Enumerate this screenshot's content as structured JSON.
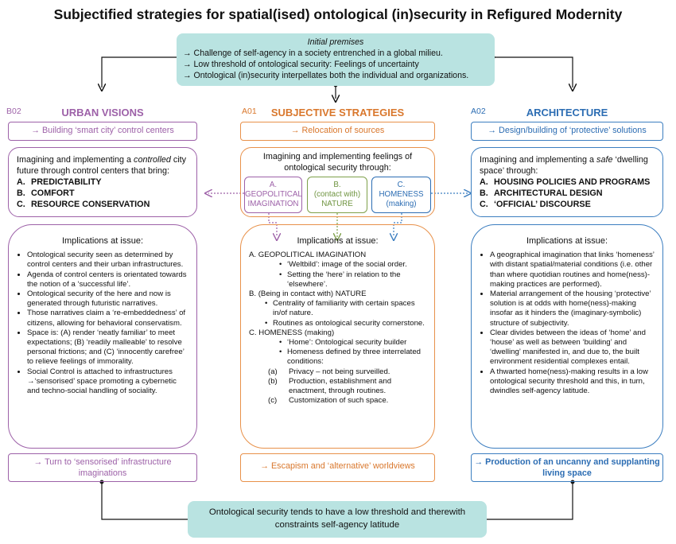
{
  "title": "Subjectified strategies for spatial(ised) ontological (in)security in Refigured Modernity",
  "premises": {
    "heading": "Initial premises",
    "items": [
      "→ Challenge of self-agency in a society entrenched in a global milieu.",
      "→ Low threshold of ontological security: Feelings of uncertainty",
      "→ Ontological (in)security interpellates both the individual and organizations."
    ]
  },
  "left": {
    "code": "B02",
    "heading": "URBAN VISIONS",
    "bar": "→ Building ‘smart city’ control centers",
    "box_pre": "Imagining and implementing a ",
    "box_em": "controlled",
    "box_post": " city future through control centers that bring:",
    "list": [
      {
        "k": "A.",
        "v": "PREDICTABILITY"
      },
      {
        "k": "B.",
        "v": "COMFORT"
      },
      {
        "k": "C.",
        "v": "RESOURCE CONSERVATION"
      }
    ],
    "imp_heading": "Implications at issue:",
    "imp": [
      "Ontological security seen as determined by control centers and their urban infrastructures.",
      "Agenda of control centers is orientated towards the notion of a ‘successful life’.",
      "Ontological security of the here and now is generated through futuristic narratives.",
      "Those narratives claim a ‘re-embeddedness’ of citizens, allowing for behavioral conservatism.",
      "Space is: (A) render ‘neatly familiar’ to meet expectations; (B) ‘readily malleable’ to resolve personal frictions; and (C) ‘innocently carefree’ to relieve feelings of immorality.",
      "Social Control is attached to infrastructures →‘sensorised’ space promoting a cybernetic and techno-social handling of sociality."
    ],
    "footer": "→ Turn to ‘sensorised’ infrastructure imaginations"
  },
  "middle": {
    "code": "A01",
    "heading": "SUBJECTIVE STRATEGIES",
    "bar": "→ Relocation of sources",
    "box_text": "Imagining and implementing feelings of ontological security through:",
    "sub_a": {
      "k": "A.",
      "l1": "GEOPOLITICAL",
      "l2": "IMAGINATION"
    },
    "sub_b": {
      "k": "B.",
      "l1": "(contact with)",
      "l2": "NATURE"
    },
    "sub_c": {
      "k": "C.",
      "l1": "HOMENESS",
      "l2": "(making)"
    },
    "imp_heading": "Implications at issue:",
    "imp": {
      "a_head": "A. GEOPOLITICAL IMAGINATION",
      "a_items": [
        "‘Weltbild’: image of the social order.",
        "Setting the ‘here’ in relation to the ‘elsewhere’."
      ],
      "b_head": "B. (Being in contact with) NATURE",
      "b_items": [
        "Centrality of familiarity with certain spaces in/of nature.",
        "Routines as ontological security cornerstone."
      ],
      "c_head": "C. HOMENESS (making)",
      "c_items": [
        "‘Home’: Ontological security builder",
        "Homeness defined by three interrelated conditions:"
      ],
      "c_sub": [
        {
          "k": "(a)",
          "v": "Privacy – not being surveilled."
        },
        {
          "k": "(b)",
          "v": "Production, establishment and enactment, through routines."
        },
        {
          "k": "(c)",
          "v": "Customization of such space."
        }
      ]
    },
    "footer": "→ Escapism and ‘alternative’ worldviews"
  },
  "right": {
    "code": "A02",
    "heading": "ARCHITECTURE",
    "bar": "→ Design/building of ‘protective’ solutions",
    "box_pre": "Imagining and implementing a ",
    "box_em": "safe",
    "box_post": " ‘dwelling space’ through:",
    "list": [
      {
        "k": "A.",
        "v": "HOUSING POLICIES AND PROGRAMS"
      },
      {
        "k": "B.",
        "v": "ARCHITECTURAL DESIGN"
      },
      {
        "k": "C.",
        "v": "‘OFFICIAL’ DISCOURSE"
      }
    ],
    "imp_heading": "Implications at issue:",
    "imp": [
      "A geographical imagination that links ‘homeness’ with distant spatial/material conditions (i.e. other than where quotidian routines and home(ness)-making practices are performed).",
      "Material arrangement of the housing ‘protective’ solution is at odds with home(ness)-making insofar as it hinders the (imaginary-symbolic) structure of subjectivity.",
      "Clear divides between the ideas of ‘home’ and ‘house’ as well as between ‘building’ and ‘dwelling’ manifested in, and due to, the built environment residential complexes entail.",
      "A thwarted home(ness)-making results in a low ontological security threshold and this, in turn, dwindles self-agency latitude."
    ],
    "footer": "→ Production of an uncanny and supplanting living space"
  },
  "conclusion": "Ontological security tends to have a low threshold and therewith constraints self-agency latitude"
}
